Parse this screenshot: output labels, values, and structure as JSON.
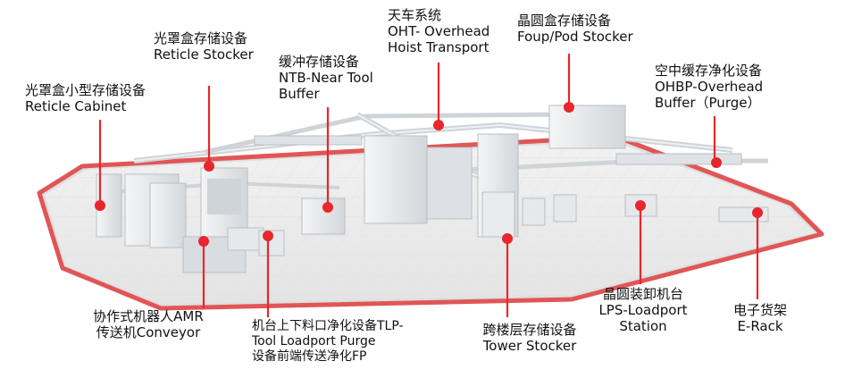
{
  "colors": {
    "accent": "#e8262b",
    "floor": "#ececec",
    "floor_border": "#e46a6a",
    "equipment": "#e3e6e9",
    "equipment_dark": "#c7ccd1",
    "rail": "#d5d9dd",
    "text": "#111111"
  },
  "labels": {
    "reticle_stocker": {
      "cn": "光罩盒存储设备",
      "en": "Reticle Stocker"
    },
    "reticle_cabinet": {
      "cn": "光罩盒小型存储设备",
      "en": "Reticle Cabinet"
    },
    "ntb": {
      "cn": "缓冲存储设备",
      "en1": "NTB-Near Tool",
      "en2": "Buffer"
    },
    "oht": {
      "cn": "天车系统",
      "en1": "OHT- Overhead",
      "en2": "Hoist Transport"
    },
    "foup_stocker": {
      "cn": "晶圆盒存储设备",
      "en": "Foup/Pod Stocker"
    },
    "ohbp": {
      "cn": "空中缓存净化设备",
      "en1": "OHBP-Overhead",
      "en2": "Buffer（Purge）"
    },
    "amr": {
      "l1": "协作式机器人AMR",
      "l2": "传送机Conveyor"
    },
    "tlp": {
      "l1": "机台上下料口净化设备TLP-",
      "l2": "Tool Loadport Purge",
      "l3": "设备前端传送净化FP"
    },
    "tower": {
      "cn": "跨楼层存储设备",
      "en": "Tower Stocker"
    },
    "lps": {
      "cn": "晶圆装卸机台",
      "en1": "LPS-Loadport",
      "en2": "Station"
    },
    "erack": {
      "cn": "电子货架",
      "en": "E-Rack"
    }
  }
}
